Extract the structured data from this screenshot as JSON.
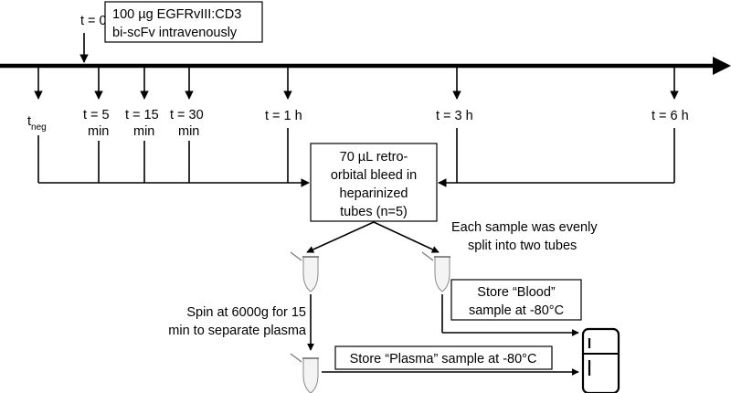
{
  "dose": {
    "time_label": "t = 0",
    "line1": "100 µg EGFRvIII:CD3",
    "line2": "bi-scFv  intravenously"
  },
  "timepoints": [
    {
      "main": "t",
      "sub": "neg",
      "line2": ""
    },
    {
      "main": "t = 5",
      "line2": "min"
    },
    {
      "main": "t = 15",
      "line2": "min"
    },
    {
      "main": "t = 30",
      "line2": "min"
    },
    {
      "main": "t = 1 h",
      "line2": ""
    },
    {
      "main": "t = 3 h",
      "line2": ""
    },
    {
      "main": "t = 6 h",
      "line2": ""
    }
  ],
  "bleed_box": [
    "70 µL retro-",
    "orbital bleed in",
    "heparinized",
    "tubes (n=5)"
  ],
  "split_note": [
    "Each sample was evenly",
    "split into two tubes"
  ],
  "spin_note": [
    "Spin at 6000g for 15",
    "min to separate plasma"
  ],
  "blood_box": [
    "Store “Blood”",
    "sample at -80°C"
  ],
  "plasma_box": "Store “Plasma” sample at -80°C",
  "icons": [
    "tube-icon",
    "freezer-icon"
  ],
  "colors": {
    "ink": "#000000",
    "background": "#ffffff",
    "tube_fill": "#f4f4f4"
  }
}
